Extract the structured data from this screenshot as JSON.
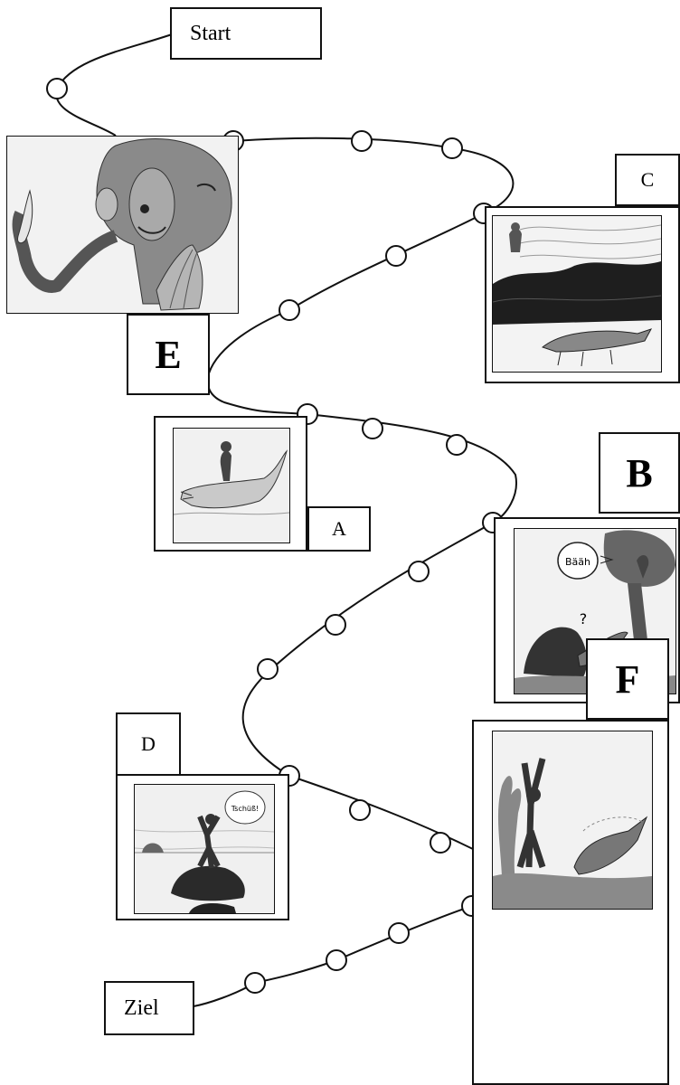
{
  "labels": {
    "start": "Start",
    "goal": "Ziel",
    "a": "A",
    "b": "B",
    "c": "C",
    "d": "D",
    "e": "E",
    "f": "F"
  },
  "speech": {
    "b_bubble": "Bääh",
    "b_question": "?",
    "d_bubble": "Tschüß!"
  },
  "colors": {
    "line": "#111111",
    "node_fill": "#ffffff",
    "pencil_dark": "#2a2a2a",
    "pencil_mid": "#777777",
    "pencil_light": "#bdbdbd"
  }
}
